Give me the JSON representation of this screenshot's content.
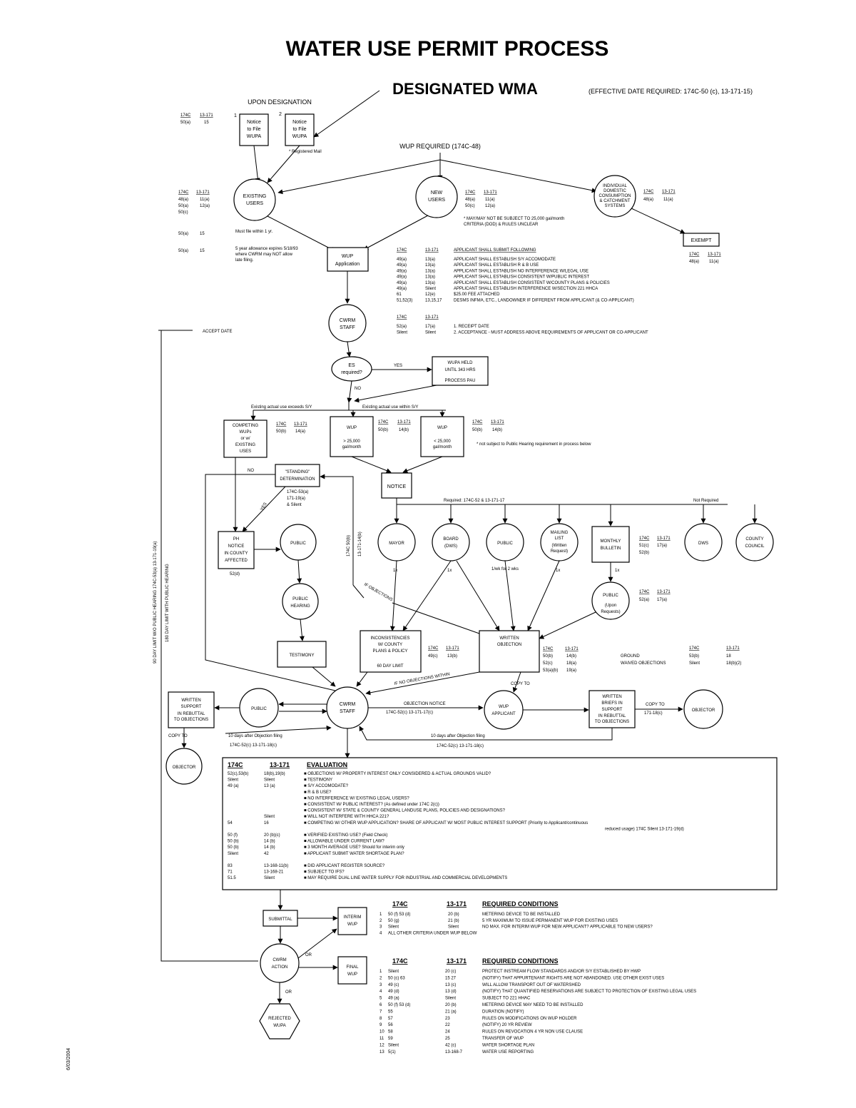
{
  "title": "WATER USE PERMIT PROCESS",
  "header": {
    "designated": "DESIGNATED WMA",
    "effective": "(EFFECTIVE DATE REQUIRED: 174C-50 (c), 13-171-15)",
    "upon_designation": "UPON DESIGNATION",
    "wup_required": "WUP REQUIRED (174C-48)"
  },
  "side_labels": {
    "accept_date": "ACCEPT DATE",
    "vertical_90": "90 DAY LIMIT W/O PUBLIC HEARING 174C-53(a)  13-171-19(a)",
    "vertical_180": "180 DAY LIMIT WITH PUBLIC HEARING",
    "date": "6/03/2004"
  },
  "nodes": {
    "notice1": [
      "Notice",
      "to File",
      "WUPA"
    ],
    "notice2": [
      "Notice",
      "to File",
      "WUPA"
    ],
    "registered_mail": "* Registered Mail",
    "existing_users": [
      "EXISTING",
      "USERS"
    ],
    "new_users": [
      "NEW",
      "USERS"
    ],
    "individual": [
      "INDIVIDUAL",
      "DOMESTIC",
      "CONSUMPTION",
      "& CATCHMENT",
      "SYSTEMS"
    ],
    "exempt": "EXEMPT",
    "wup_application": [
      "WUP",
      "Application"
    ],
    "cwrm_staff_1": [
      "CWRM",
      "STAFF"
    ],
    "es_required": [
      "ES",
      "required?"
    ],
    "wupa_held": [
      "WUPA HELD",
      "UNTIL 343 HRS",
      "PROCESS PAU"
    ],
    "competing": [
      "COMPETING",
      "WUPs",
      "or w/",
      "EXISTING",
      "USES"
    ],
    "wup_gt": [
      "WUP",
      "> 25,000",
      "gal/month"
    ],
    "wup_lt": [
      "WUP",
      "< 25,000",
      "gal/month"
    ],
    "standing": [
      "\"STANDING\"",
      "DETERMINATION"
    ],
    "notice": "NOTICE",
    "ph_notice": [
      "PH",
      "NOTICE",
      "IN COUNTY",
      "AFFECTED"
    ],
    "public_1": "PUBLIC",
    "public_hearing": [
      "PUBLIC",
      "HEARING"
    ],
    "testimony": "TESTIMONY",
    "mayor": "MAYOR",
    "board_dws": [
      "BOARD",
      "(DWS)"
    ],
    "public_2": "PUBLIC",
    "mailing_list": [
      "MAILING",
      "LIST",
      "(Written",
      "Request)"
    ],
    "monthly_bulletin": [
      "MONTHLY",
      "BULLETIN"
    ],
    "dws": "DWS",
    "county_council": [
      "COUNTY",
      "COUNCIL"
    ],
    "public_upon": [
      "PUBLIC",
      "(Upon",
      "Requests)"
    ],
    "inconsistencies": [
      "INCONSISTENCIES",
      "W/ COUNTY",
      "PLANS & POLICY",
      "60 DAY LIMIT"
    ],
    "written_objection": [
      "WRITTEN",
      "OBJECTION"
    ],
    "written_support": [
      "WRITTEN",
      "SUPPORT",
      "IN REBUTTAL",
      "TO OBJECTIONS"
    ],
    "public_3": "PUBLIC",
    "cwrm_staff_2": [
      "CWRM",
      "STAFF"
    ],
    "wup_applicant": [
      "WUP",
      "APPLICANT"
    ],
    "written_briefs": [
      "WRITTEN",
      "BRIEFS IN",
      "SUPPORT",
      "IN REBUTTAL",
      "TO OBJECTIONS"
    ],
    "objector_right": "OBJECTOR",
    "objector_left": "OBJECTOR",
    "submittal": "SUBMITTAL",
    "interim_wup": [
      "INTERIM",
      "WUP"
    ],
    "cwrm_action": [
      "CWRM",
      "ACTION"
    ],
    "final_wup": [
      "FINAL",
      "WUP"
    ],
    "rejected": [
      "REJECTED",
      "WUPA"
    ]
  },
  "labels": {
    "yes": "YES",
    "no": "NO",
    "no2": "NO",
    "yes2": "YES",
    "or1": "OR",
    "or2": "OR",
    "existing_branch": "Existing actual use exceeds S/Y",
    "existing_branch2": "Existing actual use within S/Y",
    "not_subject": "* not subject to Public Hearing requirement in process below",
    "required": "Required: 174C-52  &  13-171-17",
    "not_required": "Not Required",
    "freq_mayor": "1x",
    "freq_board": "1x",
    "freq_public": "1/wk for 2 wks",
    "freq_mailing": "1x",
    "freq_monthly": "1x",
    "if_objections": "IF OBJECTIONS",
    "if_no_objections": "IF NO OBJECTIONS WITHIN",
    "copy_to_1": "COPY TO",
    "copy_to_2": "COPY TO",
    "copy_to_3": "COPY TO",
    "objection_notice": "OBJECTION NOTICE",
    "ten_days_left": "10 days after Objection filing",
    "ten_days_right": "10 days after Objection filing",
    "std_174c": "174C 50(b)",
    "std_13171": "13-171-14(b)",
    "must_file": "Must file within 1 yr.",
    "five_year": "5 year allowance expires 5/18/93 where CWRM may NOT allow late filing.",
    "may_not_be": "* MAY/MAY NOT BE SUBJECT TO 25,000 gal/month CRITERIA (DOD) & RULES UNCLEAR",
    "ground": "GROUND",
    "wavid": "WAIVED OBJECTIONS"
  },
  "applicant_block": {
    "heading": "APPLICANT SHALL SUBMIT FOLLOWING",
    "col1": "174C",
    "col2": "13-171",
    "rows": [
      [
        "49(a)",
        "13(a)",
        "APPLICANT SHALL ESTABLISH S/Y ACCOMODATE"
      ],
      [
        "49(a)",
        "13(a)",
        "APPLICANT SHALL ESTABLISH R & B USE"
      ],
      [
        "49(a)",
        "13(a)",
        "APPLICANT SHALL ESTABLISH NO INTERFERENCE W/LEGAL USE"
      ],
      [
        "49(a)",
        "13(a)",
        "APPLICANT SHALL ESTABLISH CONSISTENT W/PUBLIC INTEREST"
      ],
      [
        "49(a)",
        "13(a)",
        "APPLICANT SHALL ESTABLISH CONSISTENT W/COUNTY PLANS & POLICIES"
      ],
      [
        "49(a)",
        "Silent",
        "APPLICANT SHALL ESTABLISH INTERFERENCE W/SECTION 221 HHCA"
      ],
      [
        "61",
        "12(e)",
        "$25.00 FEE ATTACHED"
      ],
      [
        "51,52(3)",
        "13,15,17",
        "DESMS INFMA, ETC., LANDOWNER IF DIFFERENT FROM APPLICANT (& CO-APPLICANT)"
      ]
    ]
  },
  "cwrm_block": {
    "col1": "174C",
    "col2": "13-171",
    "rows": [
      [
        "52(a)",
        "17(a)",
        "1.  RECEIPT DATE"
      ],
      [
        "Silent",
        "Silent",
        "2.  ACCEPTANCE - MUST ADDRESS ABOVE REQUIREMENTS OF APPLICANT OR CO-APPLICANT"
      ]
    ]
  },
  "evaluation": {
    "heading": "EVALUATION",
    "col1": "174C",
    "col2": "13-171",
    "rows": [
      [
        "52(c),53(b)",
        "18(b),19(b)",
        "OBJECTIONS W/ PROPERTY INTEREST ONLY CONSIDERED & ACTUAL GROUNDS VALID?"
      ],
      [
        "Silent",
        "Silent",
        "TESTIMONY"
      ],
      [
        "49 (a)",
        "13 (a)",
        "S/Y ACCOMODATE?"
      ],
      [
        "",
        "",
        "R & B USE?"
      ],
      [
        "",
        "",
        "NO INTERFERENCE W/ EXISTING LEGAL USERS?"
      ],
      [
        "",
        "",
        "CONSISTENT W/ PUBLIC INTEREST? (As defined under 174C 2(c))"
      ],
      [
        "",
        "",
        "CONSISTENT W/ STATE & COUNTY GENERAL LANDUSE PLANS, POLICIES AND DESIGNATIONS?"
      ],
      [
        "",
        "Silent",
        "WILL NOT INTERFERE WITH HHCA 221?"
      ],
      [
        "54",
        "16",
        "COMPETING W/ OTHER WUP APPLICATION? SHARE OF APPLICANT W/ MOST PUBLIC INTEREST SUPPORT (Priority to Applicant/continuous"
      ],
      [
        "",
        "",
        "reduced usage) 174C Silent  13-171-19(d)"
      ],
      [
        "50 (f)",
        "20 (b)(c)",
        "VERIFIED EXISTING USE? (Field Check)"
      ],
      [
        "50 (b)",
        "14 (b)",
        "ALLOWABLE UNDER CURRENT LAW?"
      ],
      [
        "50 (b)",
        "14 (b)",
        "3 MONTH AVERAGE USE?  Should for interim only"
      ],
      [
        "Silent",
        "42",
        "APPLICANT SUBMIT WATER SHORTAGE PLAN?"
      ],
      [
        "",
        "",
        ""
      ],
      [
        "83",
        "13-168-11(b)",
        "DID APPLICANT REGISTER SOURCE?"
      ],
      [
        "71",
        "13-168-21",
        "SUBJECT TO IFS?"
      ],
      [
        "51.5",
        "Silent",
        "MAY REQUIRE DUAL LINE WATER SUPPLY FOR INDUSTRIAL AND COMMERCIAL DEVELOPMENTS"
      ]
    ]
  },
  "required_conditions_1": {
    "heading": "REQUIRED CONDITIONS",
    "col1": "174C",
    "col2": "13-171",
    "rows": [
      [
        "1",
        "50 (f) 53 (d)",
        "20 (b)",
        "METERING DEVICE TO BE INSTALLED"
      ],
      [
        "2",
        "50 (g)",
        "21 (b)",
        "5 YR MAXIMUM TO ISSUE PERMANENT WUP FOR EXISTING USES"
      ],
      [
        "3",
        "Silent",
        "Silent",
        "NO MAX. FOR INTERIM WUP FOR NEW APPLICANT? APPLICABLE TO NEW USERS?"
      ],
      [
        "4",
        "ALL OTHER CRITERIA UNDER WUP BELOW",
        "",
        ""
      ]
    ]
  },
  "required_conditions_2": {
    "heading": "REQUIRED CONDITIONS",
    "col1": "174C",
    "col2": "13-171",
    "rows": [
      [
        "1",
        "Silent",
        "20 (c)",
        "PROTECT INSTREAM FLOW STANDARDS AND/OR S/Y ESTABLISHED BY HWP"
      ],
      [
        "2",
        "50 (c) 63",
        "15  27",
        "(NOTIFY) THAT APPURTENANT RIGHTS ARE NOT ABANDONED. USE OTHER EXIST USES"
      ],
      [
        "3",
        "49 (c)",
        "13 (c)",
        "WILL ALLOW TRANSPORT OUT OF WATERSHED"
      ],
      [
        "4",
        "49 (d)",
        "13 (d)",
        "(NOTIFY) THAT QUANTIFIED RESERVATIONS ARE SUBJECT TO PROTECTION OF EXISTING LEGAL USES"
      ],
      [
        "5",
        "49 (a)",
        "Silent",
        "SUBJECT TO 221 HHAC"
      ],
      [
        "6",
        "50 (f) 53 (d)",
        "20 (b)",
        "METERING DEVICE MAY NEED TO BE INSTALLED"
      ],
      [
        "7",
        "55",
        "21 (a)",
        "DURATION (NOTIFY)"
      ],
      [
        "8",
        "57",
        "23",
        "RULES ON MODIFICATIONS ON WUP HOLDER"
      ],
      [
        "9",
        "56",
        "22",
        "(NOTIFY) 20 YR REVIEW"
      ],
      [
        "10",
        "58",
        "24",
        "RULES ON REVOCATION 4 YR NON USE CLAUSE"
      ],
      [
        "11",
        "59",
        "25",
        "TRANSFER OF WUP"
      ],
      [
        "12",
        "Silent",
        "42 (c)",
        "WATER SHORTAGE PLAN"
      ],
      [
        "13",
        "5(1)",
        "13-168-7",
        "WATER USE REPORTING"
      ]
    ]
  },
  "refs": {
    "notice": [
      "174C",
      "13-171",
      "50(a)",
      "15"
    ],
    "existing": [
      "174C",
      "13-171",
      "48(a)",
      "11(a)",
      "50(a)",
      "12(a)",
      "50(c)"
    ],
    "must_file_refs": [
      "50(a)",
      "15"
    ],
    "five_year_refs": [
      "50(a)",
      "15"
    ],
    "new": [
      "174C",
      "13-171",
      "48(a)",
      "11(a)",
      "50(c)",
      "12(a)"
    ],
    "individual": [
      "174C",
      "13-171",
      "48(a)",
      "11(a)"
    ],
    "exempt": [
      "174C",
      "13-171",
      "48(a)",
      "11(a)"
    ],
    "competing": [
      "174C",
      "13-171",
      "50(b)",
      "14(a)"
    ],
    "wup_gt": [
      "174C",
      "13-171",
      "50(b)",
      "14(b)"
    ],
    "wup_lt": [
      "174C",
      "13-171",
      "50(b)",
      "14(b)"
    ],
    "standing": [
      "174C-53(a)",
      "171-19(a)",
      "& Silent"
    ],
    "ph_notice": "52(d)",
    "monthly": [
      "174C",
      "13-171",
      "51(c)",
      "17(a)",
      "52(b)"
    ],
    "public_upon": [
      "174C",
      "13-171",
      "52(a)",
      "17(a)"
    ],
    "inconsistencies": [
      "174C",
      "13-171",
      "49(c)",
      "13(b)"
    ],
    "written_obj": [
      "174C",
      "13-171",
      "50(b)",
      "14(b)",
      "52(c)",
      "18(a)",
      "53(a)(b)",
      "19(a)"
    ],
    "ground": [
      "174C",
      "13-171",
      "53(b)",
      "18",
      "Silent",
      "18(b)(2)"
    ],
    "obj_notice": "174C-52(c)  13-171-17(c)",
    "ten_left": "174C-52(c)  13-171-18(c)",
    "ten_right": "174C-52(c)  13-171-18(c)",
    "copy_brief": "171-18(c)"
  }
}
